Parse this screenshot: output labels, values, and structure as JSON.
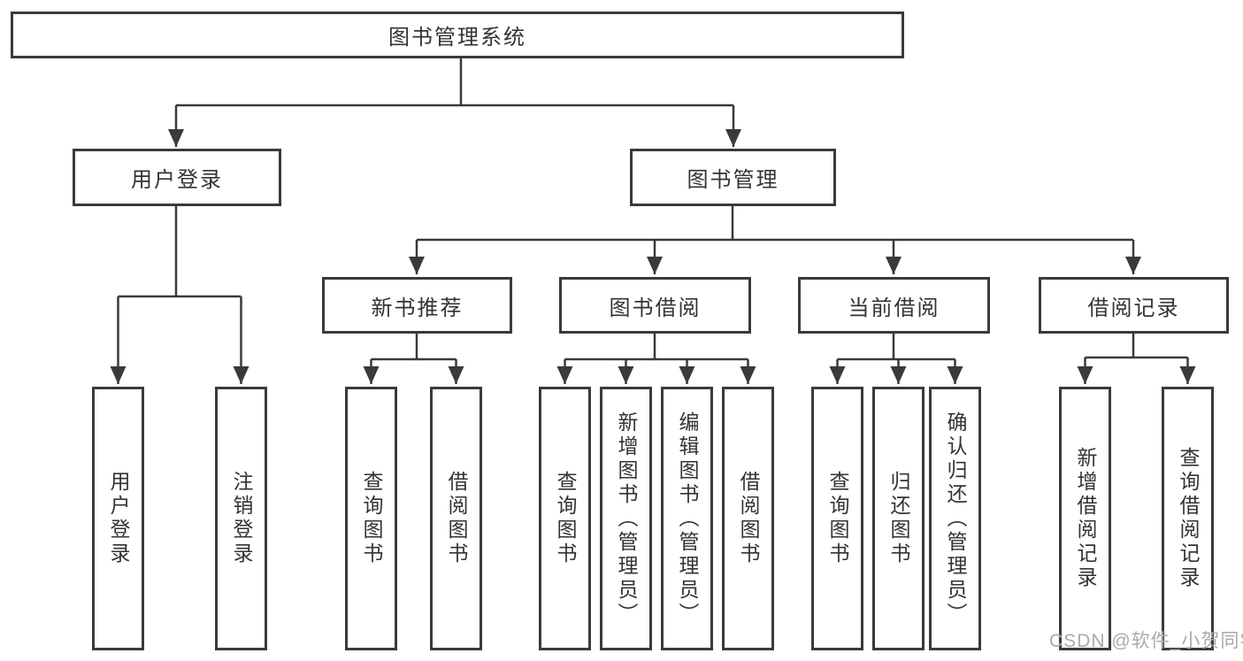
{
  "diagram": {
    "root": "图书管理系统",
    "level2": {
      "user_login": "用户登录",
      "book_management": "图书管理"
    },
    "level3": {
      "new_book_recommend": "新书推荐",
      "book_borrowing": "图书借阅",
      "current_borrowing": "当前借阅",
      "borrowing_records": "借阅记录"
    },
    "leaves": {
      "user_login": [
        "用户登录",
        "注销登录"
      ],
      "new_book_recommend": [
        "查询图书",
        "借阅图书"
      ],
      "book_borrowing": [
        "查询图书",
        "新增图书（管理员）",
        "编辑图书（管理员）",
        "借阅图书"
      ],
      "current_borrowing": [
        "查询图书",
        "归还图书",
        "确认归还（管理员）"
      ],
      "borrowing_records": [
        "新增借阅记录",
        "查询借阅记录"
      ]
    }
  },
  "watermark": "CSDN @软件_小贺同学",
  "colors": {
    "line": "#3a3a3a",
    "text": "#333333",
    "watermark": "#aaaaaa",
    "background": "#ffffff"
  }
}
